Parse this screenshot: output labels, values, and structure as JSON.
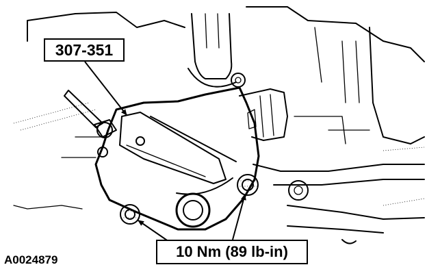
{
  "figure": {
    "tool_number": "307-351",
    "torque_spec": "10 Nm (89 lb-in)",
    "figure_id": "A0024879"
  }
}
